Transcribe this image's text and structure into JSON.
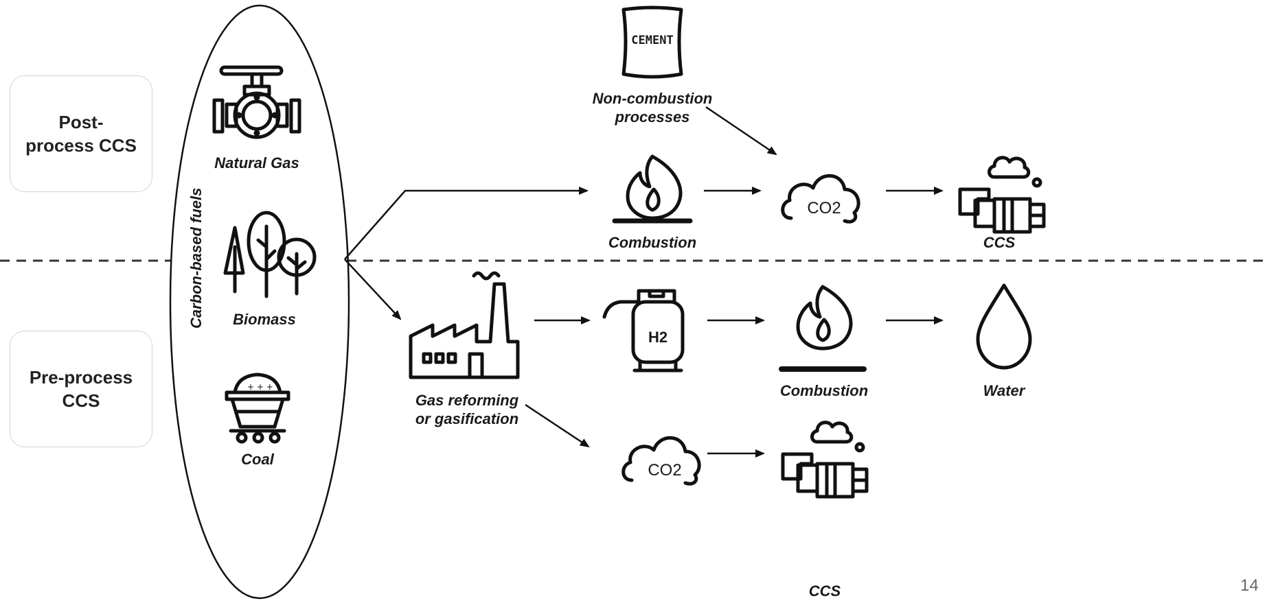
{
  "boxes": {
    "post": "Post-\nprocess CCS",
    "pre": "Pre-process\nCCS"
  },
  "fuels_title": "Carbon-based fuels",
  "fuels": {
    "natural_gas": "Natural Gas",
    "biomass": "Biomass",
    "coal": "Coal"
  },
  "top": {
    "cement_text": "CEMENT",
    "non_combustion": "Non-combustion\nprocesses",
    "combustion": "Combustion",
    "co2_text": "CO2",
    "ccs": "CCS"
  },
  "bottom": {
    "gas_reforming": "Gas reforming\nor gasification",
    "h2_text": "H2",
    "combustion": "Combustion",
    "water": "Water",
    "co2_text": "CO2",
    "ccs": "CCS"
  },
  "page_number": "14",
  "colors": {
    "ink": "#111111",
    "box_border": "#d4d4d4",
    "page_number": "#666666"
  }
}
